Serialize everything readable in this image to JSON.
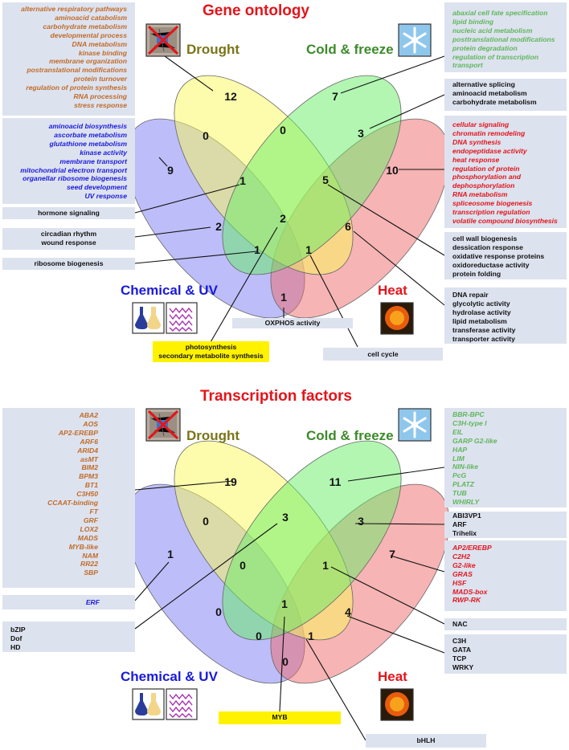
{
  "colors": {
    "drought": "#7a7418",
    "cold": "#3c8a2a",
    "chemical": "#1a1adb",
    "heat": "#e3151b",
    "orange_text": "#c06b28",
    "green_text": "#5fb65a",
    "blue_text": "#1a1adb",
    "red_text": "#e3151b",
    "box_fill": "#dde2ef",
    "yellow_box": "#fff200"
  },
  "icons": {
    "drought": "cracked-soil-no-water-icon",
    "cold": "snowflake-icon",
    "chemical": "flasks-icon",
    "uv": "uv-wave-icon",
    "heat": "sun-icon"
  },
  "gene_ontology": {
    "title": "Gene ontology",
    "labels": {
      "drought": "Drought",
      "cold": "Cold & freeze",
      "chemical": "Chemical & UV",
      "heat": "Heat"
    },
    "counts": {
      "drought_only": "12",
      "cold_only": "7",
      "chemical_only": "9",
      "heat_only": "10",
      "drought_chemical": "0",
      "drought_cold": "0",
      "cold_heat": "3",
      "drought_cold_chemical": "1",
      "drought_cold_heat": "5",
      "chemical_cold": "2",
      "all_four": "2",
      "drought_heat": "6",
      "drought_chemical_heat": "1",
      "cold_chemical_heat": "1",
      "chemical_heat": "1"
    },
    "boxes": {
      "drought_terms": [
        "alternative respiratory pathways",
        "aminoacid catabolism",
        "carbohydrate metabolism",
        "developmental process",
        "DNA metabolism",
        "kinase binding",
        "membrane organization",
        "postranslational modifications",
        "protein turnover",
        "regulation of protein synthesis",
        "RNA processing",
        "stress response"
      ],
      "cold_terms": [
        "abaxial cell fate specification",
        "lipid binding",
        "nucleic acid metabolism",
        "posttranslational modifications",
        "protein degradation",
        "regulation of transcription",
        "transport"
      ],
      "chemical_terms": [
        "aminoacid biosynthesis",
        "ascorbate metabolism",
        "glutathione metabolism",
        "kinase activity",
        "membrane transport",
        "mitochondrial electron transport",
        "organellar ribosome biogenesis",
        "seed development",
        "UV response"
      ],
      "heat_terms": [
        "cellular signaling",
        "chromatin remodeling",
        "DNA synthesis",
        "endopeptidase activity",
        "heat response",
        "regulation of protein",
        "phosphorylation and",
        "dephosphorylation",
        "RNA metabolism",
        "spliceosome biogenesis",
        "transcription regulation",
        "volatile compound biosynthesis"
      ],
      "cold_heat_terms": [
        "alternative splicing",
        "aminoacid metabolism",
        "carbohydrate metabolism"
      ],
      "hormone": [
        "hormone signaling"
      ],
      "circadian": [
        "circadian rhythm",
        "wound response"
      ],
      "ribosome": [
        "ribosome biogenesis"
      ],
      "cell_wall": [
        "cell wall biogenesis",
        "dessication response",
        "oxidative response proteins",
        "oxidoreductase activity",
        "protein folding"
      ],
      "dna_repair": [
        "DNA repair",
        "glycolytic activity",
        "hydrolase activity",
        "lipid metabolism",
        "transferase activity",
        "transporter activity"
      ],
      "oxphos": [
        "OXPHOS activity"
      ],
      "photosynthesis": [
        "photosynthesis",
        "secondary metabolite synthesis"
      ],
      "cell_cycle": [
        "cell cycle"
      ]
    }
  },
  "transcription_factors": {
    "title": "Transcription factors",
    "labels": {
      "drought": "Drought",
      "cold": "Cold & freeze",
      "chemical": "Chemical & UV",
      "heat": "Heat"
    },
    "counts": {
      "drought_only": "19",
      "cold_only": "11",
      "chemical_only": "1",
      "heat_only": "7",
      "drought_chemical": "0",
      "drought_cold": "3",
      "cold_heat": "3",
      "drought_cold_chemical": "0",
      "drought_cold_heat": "1",
      "chemical_cold": "0",
      "all_four": "1",
      "drought_heat": "4",
      "drought_chemical_heat": "0",
      "cold_chemical_heat": "1",
      "chemical_heat": "0"
    },
    "boxes": {
      "drought_tfs": [
        "ABA2",
        "AOS",
        "AP2-EREBP",
        "ARF6",
        "ARID4",
        "asMT",
        "BIM2",
        "BPM3",
        "BT1",
        "C3H50",
        "CCAAT-binding",
        "FT",
        "GRF",
        "LOX2",
        "MADS",
        "MYB-like",
        "NAM",
        "RR22",
        "SBP"
      ],
      "cold_tfs": [
        "BBR-BPC",
        "C3H-type I",
        "EIL",
        "GARP G2-like",
        "HAP",
        "LIM",
        "NIN-like",
        "PcG",
        "PLATZ",
        "TUB",
        "WHIRLY"
      ],
      "chemical_tfs": [
        "ERF"
      ],
      "heat_tfs": [
        "AP2/EREBP",
        "C2H2",
        "G2-like",
        "GRAS",
        "HSF",
        "MADS-box",
        "RWP-RK"
      ],
      "cold_heat_tfs": [
        "ABI3VP1",
        "ARF",
        "Trihelix"
      ],
      "bzip": [
        "bZIP",
        "Dof",
        "HD"
      ],
      "nac": [
        "NAC"
      ],
      "c3h": [
        "C3H",
        "GATA",
        "TCP",
        "WRKY"
      ],
      "myb": [
        "MYB"
      ],
      "bhlh": [
        "bHLH"
      ]
    }
  }
}
